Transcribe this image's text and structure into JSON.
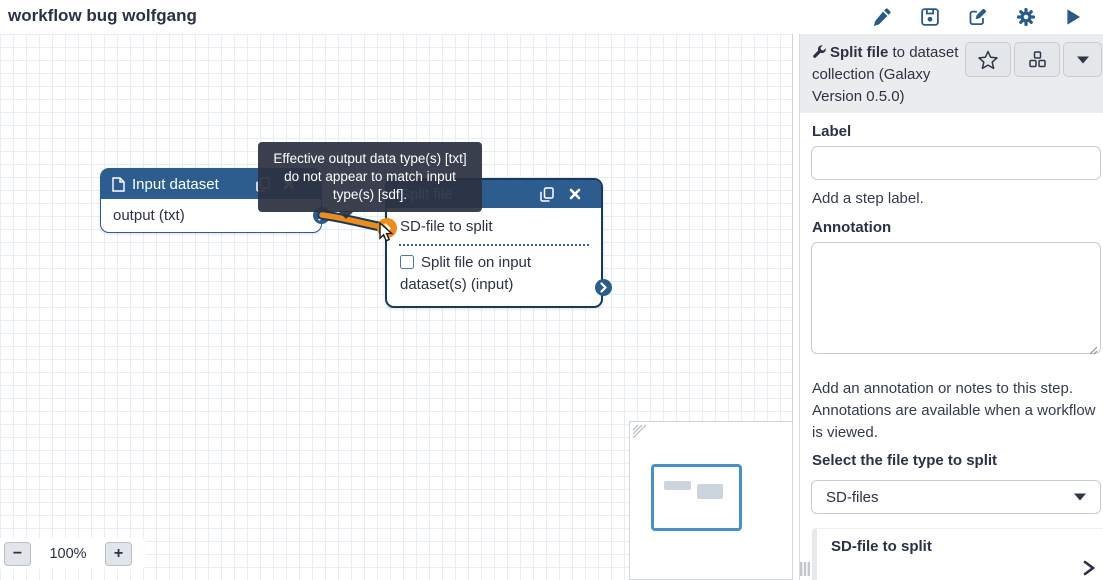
{
  "topbar": {
    "title": "workflow bug wolfgang",
    "icons": [
      {
        "name": "edit-attributes-icon",
        "glyph": "pencil"
      },
      {
        "name": "save-icon",
        "glyph": "floppy-disk"
      },
      {
        "name": "edit-report-icon",
        "glyph": "pencil-square"
      },
      {
        "name": "workflow-options-icon",
        "glyph": "gear"
      },
      {
        "name": "run-workflow-icon",
        "glyph": "play"
      }
    ]
  },
  "canvas": {
    "nodes": [
      {
        "title": "Input dataset",
        "icon": "document-icon",
        "output_label": "output (txt)"
      },
      {
        "title": "Split file",
        "selected": true,
        "input_label": "SD-file to split",
        "checkbox_label": "Split file on input dataset(s) (input)",
        "checkbox_checked": false,
        "header_icons": [
          "duplicate-icon",
          "close-icon"
        ]
      }
    ],
    "connection": {
      "color": "#ef8d1c",
      "from": "output (txt)",
      "to": "SD-file to split"
    },
    "tooltip": {
      "text": "Effective output data type(s) [txt] do not appear to match input type(s) [sdf]."
    },
    "zoom_controls": {
      "minus": "−",
      "level": "100%",
      "plus": "+"
    }
  },
  "sidebar": {
    "tool": {
      "icon": "wrench-icon",
      "name": "Split file",
      "suffix": " to dataset collection (Galaxy Version 0.5.0)"
    },
    "header_buttons": [
      "favorite-star",
      "tool-versions",
      "options-caret"
    ],
    "label_section": {
      "heading": "Label",
      "value": "",
      "help": "Add a step label."
    },
    "annotation_section": {
      "heading": "Annotation",
      "value": "",
      "help": "Add an annotation or notes to this step. Annotations are available when a workflow is viewed."
    },
    "file_type_section": {
      "heading": "Select the file type to split",
      "selected": "SD-files"
    },
    "input_card": {
      "heading": "SD-file to split"
    }
  },
  "colors": {
    "galaxy_blue": "#2a5a88",
    "node_header": "#2c5d8e",
    "selected_border": "#16395c",
    "connection_orange": "#ef8d1c",
    "tooltip_bg": "#2c3242",
    "minimap_viewport": "#4a90c8",
    "sidebar_header_bg": "#ebeced"
  }
}
